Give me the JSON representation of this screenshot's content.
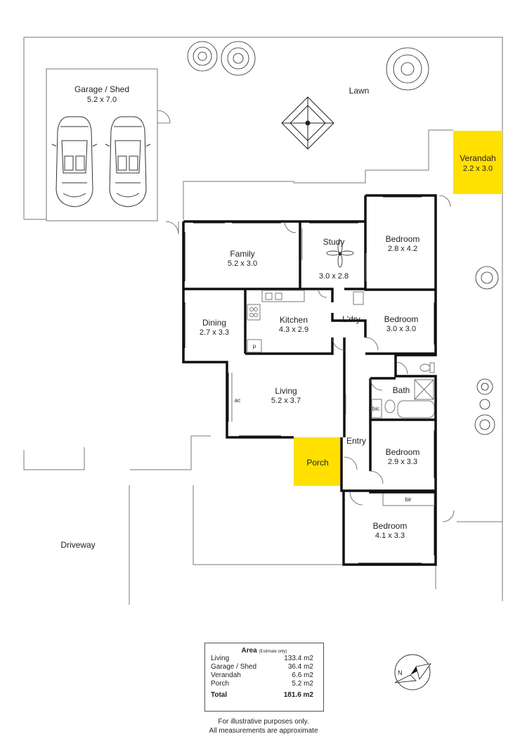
{
  "rooms": {
    "garage": {
      "name": "Garage / Shed",
      "dims": "5.2 x 7.0"
    },
    "lawn": {
      "name": "Lawn"
    },
    "verandah": {
      "name": "Verandah",
      "dims": "2.2 x 3.0"
    },
    "family": {
      "name": "Family",
      "dims": "5.2 x 3.0"
    },
    "study": {
      "name": "Study",
      "dims": "3.0 x 2.8"
    },
    "bedroom1": {
      "name": "Bedroom",
      "dims": "2.8 x 4.2"
    },
    "dining": {
      "name": "Dining",
      "dims": "2.7 x 3.3"
    },
    "kitchen": {
      "name": "Kitchen",
      "dims": "4.3 x 2.9"
    },
    "laundry": {
      "name": "L'dry"
    },
    "bedroom2": {
      "name": "Bedroom",
      "dims": "3.0 x 3.0"
    },
    "bath": {
      "name": "Bath"
    },
    "living": {
      "name": "Living",
      "dims": "5.2 x 3.7"
    },
    "entry": {
      "name": "Entry"
    },
    "porch": {
      "name": "Porch"
    },
    "bedroom3": {
      "name": "Bedroom",
      "dims": "2.9 x 3.3"
    },
    "bedroom4": {
      "name": "Bedroom",
      "dims": "4.1 x 3.3"
    },
    "driveway": {
      "name": "Driveway"
    }
  },
  "fixtures": {
    "pantry": "p",
    "ac": "ac",
    "bic": "bic",
    "bir": "bir"
  },
  "compass": {
    "north": "N"
  },
  "area": {
    "title": "Area",
    "note": "(Estimate only)",
    "rows": [
      {
        "label": "Living",
        "value": "133.4 m2"
      },
      {
        "label": "Garage / Shed",
        "value": "36.4 m2"
      },
      {
        "label": "Verandah",
        "value": "6.6 m2"
      },
      {
        "label": "Porch",
        "value": "5.2 m2"
      }
    ],
    "total": {
      "label": "Total",
      "value": "181.6 m2"
    }
  },
  "disclaimer": {
    "line1": "For illustrative purposes only.",
    "line2": "All measurements are approximate"
  },
  "colors": {
    "highlight": "#FFE000",
    "wall": "#111111",
    "boundary": "#777777"
  }
}
